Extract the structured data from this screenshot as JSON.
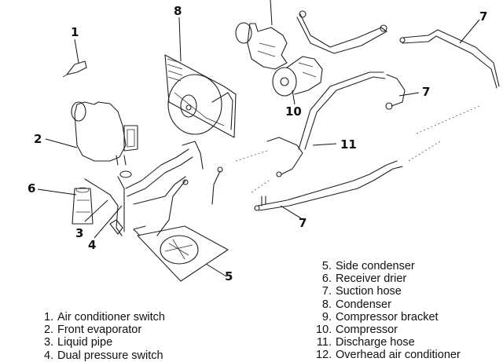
{
  "diagram": {
    "title": "Air conditioning system component locations",
    "callouts": [
      {
        "id": "c1",
        "number": "1"
      },
      {
        "id": "c2",
        "number": "2"
      },
      {
        "id": "c3",
        "number": "3"
      },
      {
        "id": "c4",
        "number": "4"
      },
      {
        "id": "c5",
        "number": "5"
      },
      {
        "id": "c6",
        "number": "6"
      },
      {
        "id": "c7a",
        "number": "7"
      },
      {
        "id": "c7b",
        "number": "7"
      },
      {
        "id": "c7c",
        "number": "7"
      },
      {
        "id": "c8",
        "number": "8"
      },
      {
        "id": "c10",
        "number": "10"
      },
      {
        "id": "c11",
        "number": "11"
      }
    ],
    "legend_left": [
      {
        "number": "1.",
        "label": "Air conditioner switch"
      },
      {
        "number": "2.",
        "label": "Front evaporator"
      },
      {
        "number": "3.",
        "label": "Liquid pipe"
      },
      {
        "number": "4.",
        "label": "Dual pressure switch"
      }
    ],
    "legend_right": [
      {
        "number": "5.",
        "label": "Side condenser"
      },
      {
        "number": "6.",
        "label": "Receiver drier"
      },
      {
        "number": "7.",
        "label": "Suction hose"
      },
      {
        "number": "8.",
        "label": "Condenser"
      },
      {
        "number": "9.",
        "label": "Compressor bracket"
      },
      {
        "number": "10.",
        "label": "Compressor"
      },
      {
        "number": "11.",
        "label": "Discharge hose"
      },
      {
        "number": "12.",
        "label": "Overhead air conditioner"
      }
    ]
  }
}
